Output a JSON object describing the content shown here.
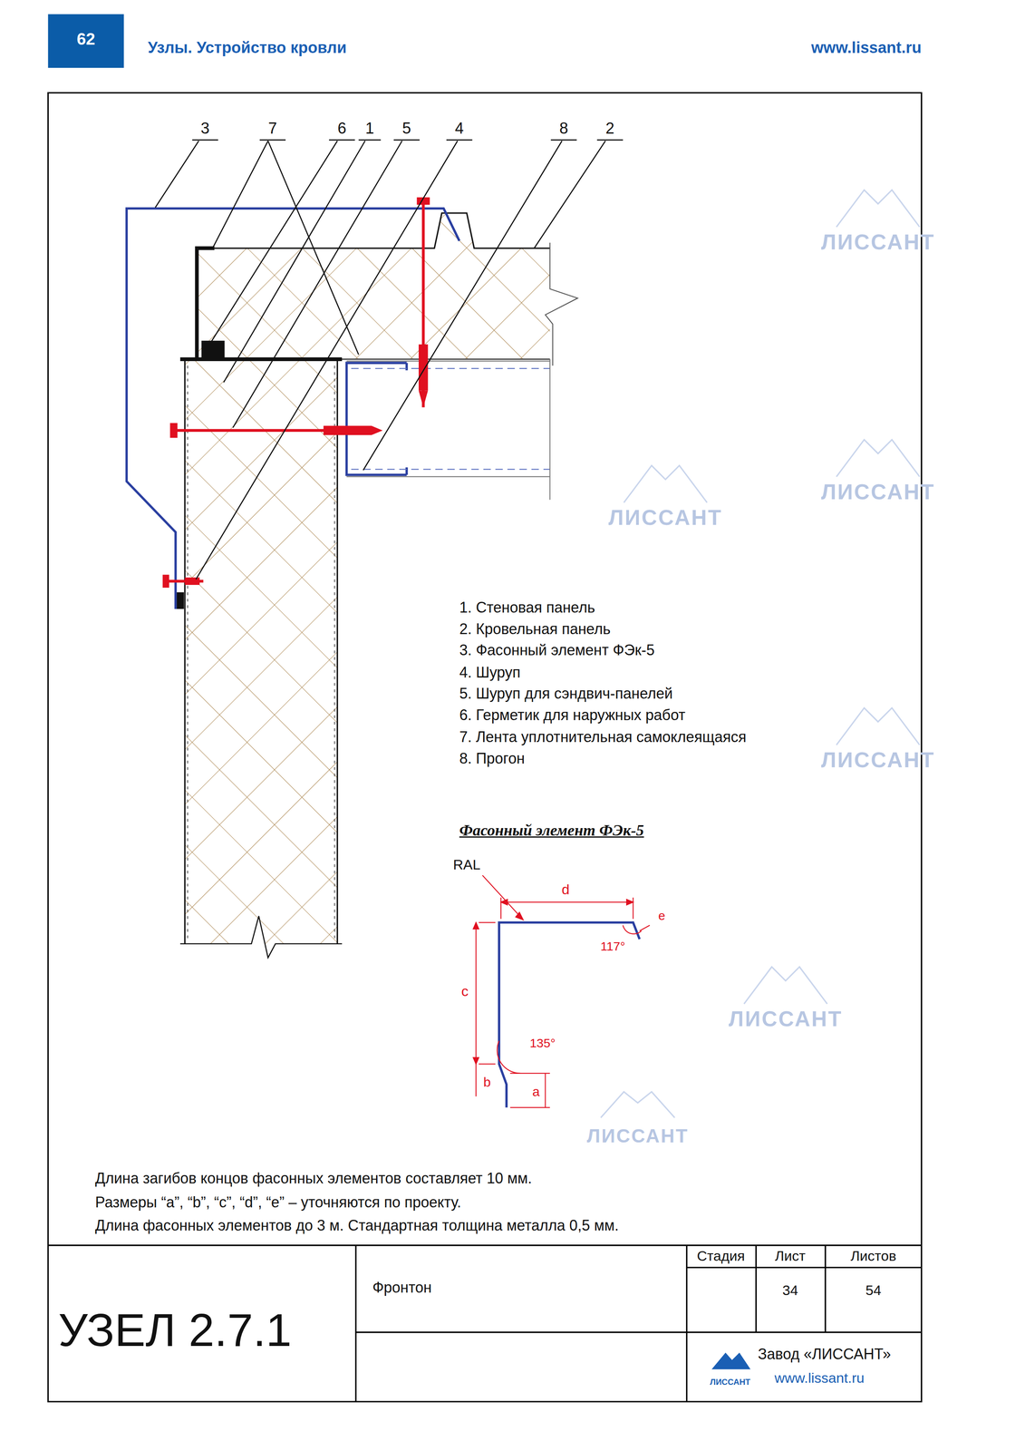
{
  "diagram": {
    "title": "УЗЕЛ 2.7.1",
    "labels": [
      "62",
      "Узлы. Устройство кровли",
      "www.lissant.ru",
      "3",
      "7",
      "6",
      "1",
      "5",
      "4",
      "8",
      "2",
      "1. Стеновая панель",
      "2. Кровельная панель",
      "3. Фасонный элемент ФЭк-5",
      "4. Шуруп",
      "5. Шуруп для сэндвич-панелей",
      "6. Герметик для наружных работ",
      "7. Лента уплотнительная самоклеящаяся",
      "8. Прогон",
      "Фасонный элемент ФЭк-5",
      "RAL",
      "d",
      "e",
      "117°",
      "c",
      "135°",
      "b",
      "a",
      "Длина загибов концов фасонных элементов составляет 10 мм.",
      "Размеры “a”, “b”, “c”, “d”, “e” – уточняются по проекту.",
      "Длина фасонных элементов до 3 м. Стандартная толщина металла 0,5 мм.",
      "Фронтон",
      "Стадия",
      "Лист",
      "Листов",
      "34",
      "54",
      "Завод «ЛИССАНТ»",
      "www.lissant.ru",
      "ЛИССАНТ",
      "ЛИССАНТ",
      "ЛИССАНТ",
      "ЛИССАНТ",
      "ЛИССАНТ",
      "ЛИССАНТ",
      "ЛИССАНТ"
    ]
  }
}
